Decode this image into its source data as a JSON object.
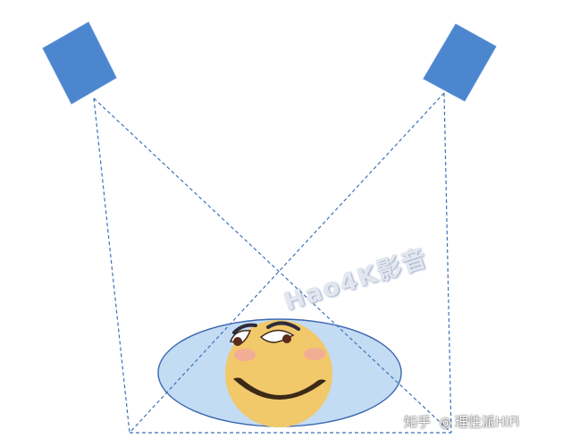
{
  "scene": {
    "colors": {
      "speaker_fill": "#4c86cf",
      "speaker_stroke": "#5a8fd6",
      "beam": "#3e72b8",
      "zone_fill": "#c3dcf3",
      "zone_stroke": "#3c68b0",
      "face_fill": "#f1c86a",
      "cheek": "#f3a6a0",
      "mouth": "#3c2a17"
    },
    "icons": [
      "speaker-left-icon",
      "speaker-right-icon",
      "smiley-face-icon"
    ]
  },
  "watermark": {
    "text": "Hao4K影音"
  },
  "credit": {
    "platform": "知乎",
    "at": "@",
    "author": "理性派HiFi"
  }
}
